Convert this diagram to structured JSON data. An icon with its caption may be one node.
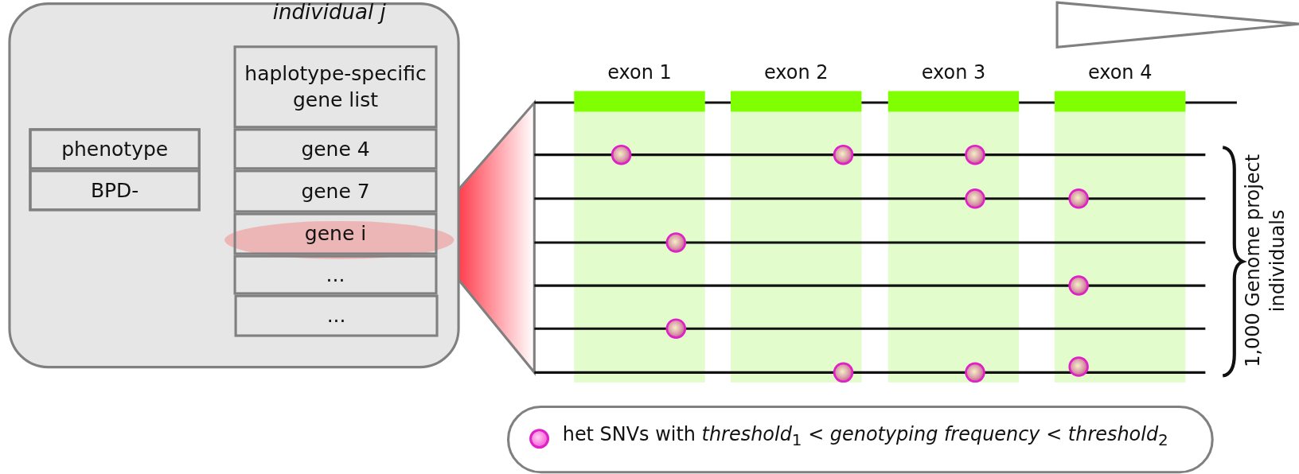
{
  "diagram": {
    "nodes": [
      {
        "text": [
          "individual j"
        ]
      },
      {
        "text": [
          "phenotype",
          "BPD-"
        ],
        "in": 0
      },
      {
        "text": [
          "haplotype-specific gene list"
        ],
        "in": 0
      },
      {
        "text": [
          "gene 4"
        ],
        "in": 0
      },
      {
        "text": [
          "gene 7"
        ],
        "in": 0
      },
      {
        "text": [
          "gene i"
        ],
        "in": 0
      },
      {
        "text": [
          "..."
        ],
        "in": 0
      },
      {
        "text": [
          "..."
        ],
        "in": 0
      },
      {
        "text": [
          "exon 1"
        ]
      },
      {
        "text": [
          "exon 2"
        ]
      },
      {
        "text": [
          "exon 3"
        ]
      },
      {
        "text": [
          "exon 4"
        ]
      }
    ],
    "labels": [
      "1,000 Genome project individuals"
    ],
    "legend": [
      {
        "text": "het SNVs with *threshold*$_{1}$ < *genotyping frequency* < *threshold*$_{2}$"
      }
    ]
  }
}
